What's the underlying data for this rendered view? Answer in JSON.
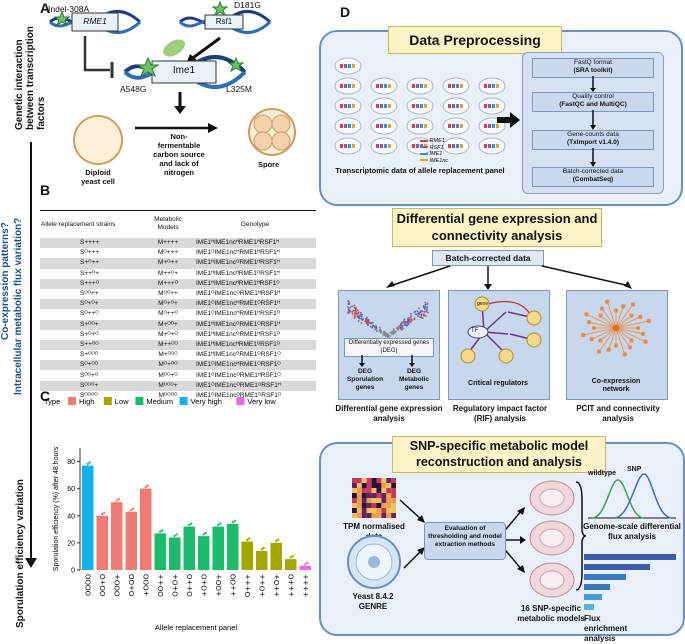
{
  "panel_a": {
    "letter": "A",
    "indel_label": "Indel-308A",
    "d181g_label": "D181G",
    "rme1": "RME1",
    "rsf1": "Rsf1",
    "ime1": "Ime1",
    "a548g": "A548G",
    "l325m": "L325M",
    "diploid": "Diploid\nyeast cell",
    "arrow_text": "Non-\nfermentable\ncarbon source\nand lack of\nnitrogen",
    "spore": "Spore",
    "side_label": "Genetic interaction between transcription factors"
  },
  "left_side": {
    "coexp": "Co-expression patterns?",
    "intra": "Intracellular metabolic flux variation?"
  },
  "panel_b": {
    "letter": "B",
    "headers": [
      "Allele replacement strains",
      "Metabolic\nModels",
      "Genotype"
    ],
    "rows": [
      [
        "S++++",
        "M++++",
        "IME1ᴴIME1ncᴴRME1ᴴRSF1ᴴ"
      ],
      [
        "Sᴼ+++",
        "Mᴼ+++",
        "IME1ᴼIME1ncᴴRME1ᴴRSF1ᴴ"
      ],
      [
        "S+ᴼ++",
        "M+ᴼ++",
        "IME1ᴴIME1ncᴼRME1ᴴRSF1ᴴ"
      ],
      [
        "S++ᴼ+",
        "M++ᴼ+",
        "IME1ᴴIME1ncᴴRME1ᴼRSF1ᴴ"
      ],
      [
        "S+++ᴼ",
        "M+++ᴼ",
        "IME1ᴴIME1ncᴴRME1ᴴRSF1ᴼ"
      ],
      [
        "Sᴼᴼ++",
        "Mᴼᴼ++",
        "IME1ᴼIME1ncᴼRME1ᴴRSF1ᴴ"
      ],
      [
        "Sᴼ+ᴼ+",
        "Mᴼ+ᴼ+",
        "IME1ᴼIME1ncᴴRME1ᴼRSF1ᴴ"
      ],
      [
        "Sᴼ++ᴼ",
        "Mᴼ++ᴼ",
        "IME1ᴼIME1ncᴴRME1ᴴRSF1ᴼ"
      ],
      [
        "S+ᴼᴼ+",
        "M+ᴼᴼ+",
        "IME1ᴴIME1ncᴼRME1ᴼRSF1ᴴ"
      ],
      [
        "S+ᴼ+ᴼ",
        "M+ᴼ+ᴼ",
        "IME1ᴴIME1ncᴼRME1ᴴRSF1ᴼ"
      ],
      [
        "S++ᴼᴼ",
        "M++ᴼᴼ",
        "IME1ᴴIME1ncᴴRME1ᴼRSF1ᴼ"
      ],
      [
        "S+ᴼᴼᴼ",
        "M+ᴼᴼᴼ",
        "IME1ᴴIME1ncᴼRME1ᴼRSF1ᴼ"
      ],
      [
        "Sᴼ+ᴼᴼ",
        "Mᴼ+ᴼᴼ",
        "IME1ᴼIME1ncᴴRME1ᴼRSF1ᴼ"
      ],
      [
        "Sᴼᴼ+ᴼ",
        "Mᴼᴼ+ᴼ",
        "IME1ᴼIME1ncᴼRME1ᴴRSF1ᴼ"
      ],
      [
        "Sᴼᴼᴼ+",
        "Mᴼᴼᴼ+",
        "IME1ᴼIME1ncᴼRME1ᴼRSF1ᴴ"
      ],
      [
        "Sᴼᴼᴼᴼ",
        "Mᴼᴼᴼᴼ",
        "IME1ᴼIME1ncᴼRME1ᴼRSF1ᴼ"
      ]
    ]
  },
  "panel_c": {
    "letter": "C",
    "side_label": "Sporulation efficiency variation",
    "legend_title": "Type",
    "chart_data": {
      "type": "bar",
      "ylabel": "Sporulation efficiency (%) after 48 hours",
      "xlabel": "Allele replacement panel",
      "ylim": [
        0,
        90
      ],
      "yticks": [
        0,
        20,
        40,
        60,
        80
      ],
      "legend": [
        {
          "name": "High",
          "color": "#f07b72"
        },
        {
          "name": "Low",
          "color": "#a3a500"
        },
        {
          "name": "Medium",
          "color": "#1dbb6c"
        },
        {
          "name": "Very high",
          "color": "#12b2e8"
        },
        {
          "name": "Very low",
          "color": "#f066e8"
        }
      ],
      "categories": [
        "OOOO",
        "OO+O",
        "OOO+",
        "O+OO",
        "+OOO",
        "OO++",
        "O+O+",
        "O++O",
        "+O+O",
        "+OO+",
        "++OO",
        "O+++",
        "+O++",
        "++O+",
        "+++O",
        "++++"
      ],
      "values": [
        77,
        40,
        50,
        43,
        60,
        27,
        24,
        32,
        25,
        32,
        34,
        21,
        14,
        20,
        8,
        3
      ],
      "types": [
        "Very high",
        "High",
        "High",
        "High",
        "High",
        "Medium",
        "Medium",
        "Medium",
        "Medium",
        "Medium",
        "Medium",
        "Low",
        "Low",
        "Low",
        "Low",
        "Very low"
      ]
    }
  },
  "panel_d": {
    "letter": "D",
    "dp_title": "Data Preprocessing",
    "fastq": "FastQ format",
    "fastq_tool": "(SRA toolkit)",
    "qc": "Quality control",
    "qc_tool": "(FastQC and MultiQC)",
    "counts": "Gene-counts data",
    "counts_tool": "(Txlmport v1.4.0)",
    "batch": "Batch-corrected data",
    "batch_tool": "(CombatSeq)",
    "legend_genes": [
      "RME1",
      "RSF1",
      "IME1",
      "IME1nc"
    ],
    "transcriptomic": "Transcriptomic data of allele replacement panel",
    "dge_title": "Differential gene expression and connectivity analysis",
    "batch_corrected": "Batch-corrected data",
    "deg_box": "Differentially expressed genes (DEG)",
    "deg_spor": "DEG Sporulation genes",
    "deg_met": "DEG Metabolic genes",
    "tf": "TF",
    "gene": "gene",
    "critical": "Critical regulators",
    "coexp_net": "Co-expression network",
    "dge_analysis": "Differential gene expression analysis",
    "rif_analysis": "Regulatory impact factor (RIF) analysis",
    "pcit": "PCIT and connectivity analysis",
    "snp_title": "SNP-specific metabolic model reconstruction and analysis",
    "tpm": "TPM normalised data",
    "eval": "Evaluation of thresholding and model extraction methods",
    "yeast": "Yeast 8.4.2 GENRE",
    "models16": "16 SNP-specific metabolic models",
    "wildtype": "wildtype",
    "snp": "SNP",
    "genome_flux": "Genome-scale differential flux analysis",
    "flux_enrich": "Flux enrichment analysis"
  }
}
